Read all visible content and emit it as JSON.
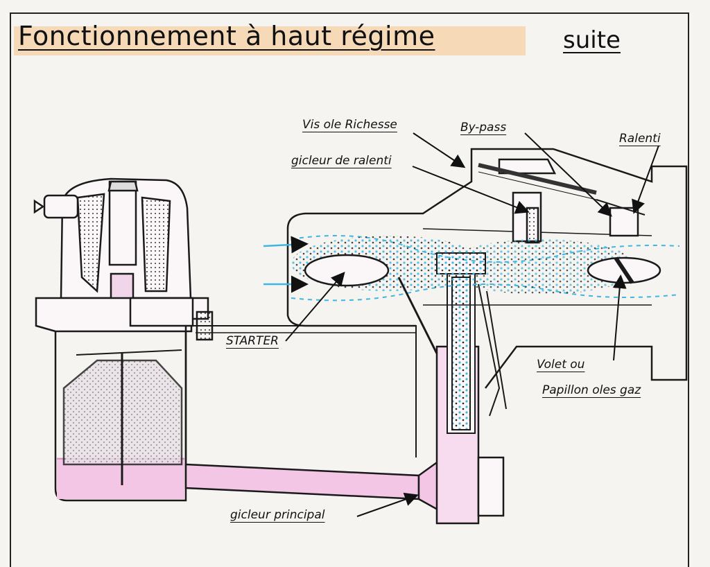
{
  "title": "Fonctionnement à haut régime",
  "subtitle": "suite",
  "labels": {
    "vis_richesse": "Vis ole Richesse",
    "by_pass": "By-pass",
    "ralenti": "Ralenti",
    "gicleur_ralenti": "gicleur de ralenti",
    "starter": "STARTER",
    "volet": "Volet ou",
    "papillon": "Papillon oles gaz",
    "gicleur_principal": "gicleur principal"
  },
  "colors": {
    "fuel_pink": "#f3c6e6",
    "flow_blue": "#3fb6e0",
    "ink": "#1a1a1a",
    "title_highlight": "#f6c58a"
  }
}
